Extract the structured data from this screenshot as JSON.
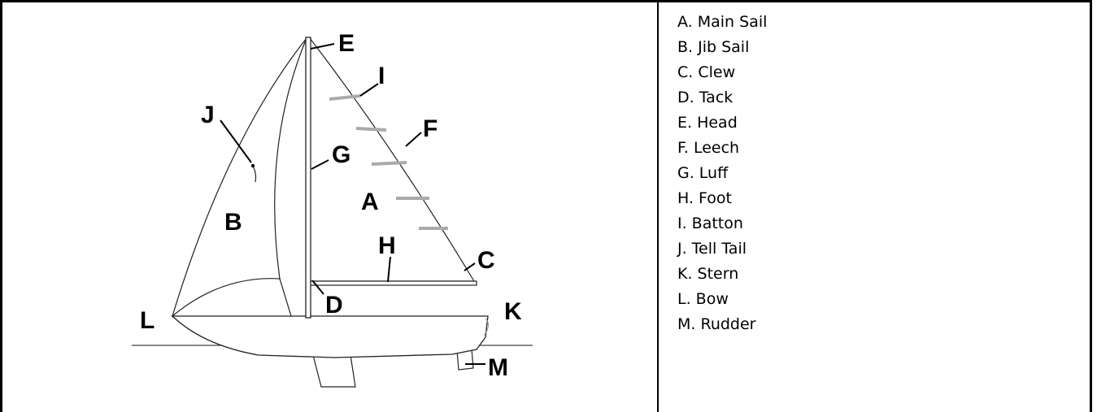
{
  "diagram": {
    "labels": {
      "a": "A",
      "b": "B",
      "c": "C",
      "d": "D",
      "e": "E",
      "f": "F",
      "g": "G",
      "h": "H",
      "i": "I",
      "j": "J",
      "k": "K",
      "l": "L",
      "m": "M"
    }
  },
  "legend": {
    "items": [
      "A. Main Sail",
      "B. Jib Sail",
      "C. Clew",
      "D. Tack",
      "E. Head",
      "F. Leech",
      "G. Luff",
      "H. Foot",
      "I. Batton",
      "J. Tell Tail",
      "K. Stern",
      "L. Bow",
      "M. Rudder"
    ]
  }
}
